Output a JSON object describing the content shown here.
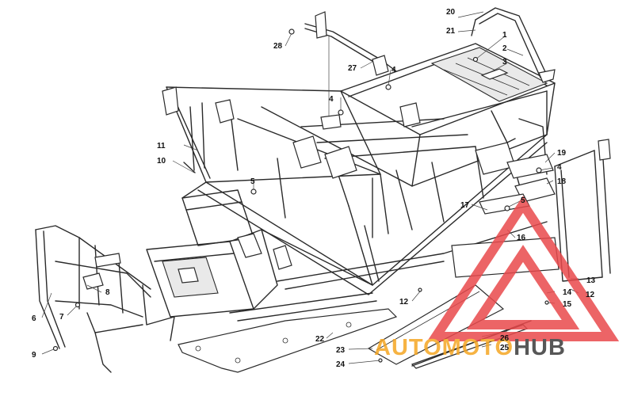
{
  "diagram": {
    "callouts": [
      {
        "id": "c1",
        "label": "1"
      },
      {
        "id": "c2",
        "label": "2"
      },
      {
        "id": "c3",
        "label": "3"
      },
      {
        "id": "c4a",
        "label": "4"
      },
      {
        "id": "c4b",
        "label": "4"
      },
      {
        "id": "c4c",
        "label": "4"
      },
      {
        "id": "c5a",
        "label": "5"
      },
      {
        "id": "c5b",
        "label": "5"
      },
      {
        "id": "c6",
        "label": "6"
      },
      {
        "id": "c7",
        "label": "7"
      },
      {
        "id": "c8",
        "label": "8"
      },
      {
        "id": "c9",
        "label": "9"
      },
      {
        "id": "c10",
        "label": "10"
      },
      {
        "id": "c11",
        "label": "11"
      },
      {
        "id": "c12a",
        "label": "12"
      },
      {
        "id": "c12b",
        "label": "12"
      },
      {
        "id": "c13",
        "label": "13"
      },
      {
        "id": "c14",
        "label": "14"
      },
      {
        "id": "c15",
        "label": "15"
      },
      {
        "id": "c16",
        "label": "16"
      },
      {
        "id": "c17",
        "label": "17"
      },
      {
        "id": "c18",
        "label": "18"
      },
      {
        "id": "c19",
        "label": "19"
      },
      {
        "id": "c20",
        "label": "20"
      },
      {
        "id": "c21",
        "label": "21"
      },
      {
        "id": "c22",
        "label": "22"
      },
      {
        "id": "c23",
        "label": "23"
      },
      {
        "id": "c24",
        "label": "24"
      },
      {
        "id": "c25",
        "label": "25"
      },
      {
        "id": "c26",
        "label": "26"
      },
      {
        "id": "c27",
        "label": "27"
      },
      {
        "id": "c28",
        "label": "28"
      }
    ]
  },
  "watermark": {
    "part1": "AUTO",
    "part2": "MOTO",
    "part3": "HUB",
    "color_primary": "#f5a623",
    "color_secondary": "#3a3a3a",
    "color_triangle": "#e9494c"
  }
}
